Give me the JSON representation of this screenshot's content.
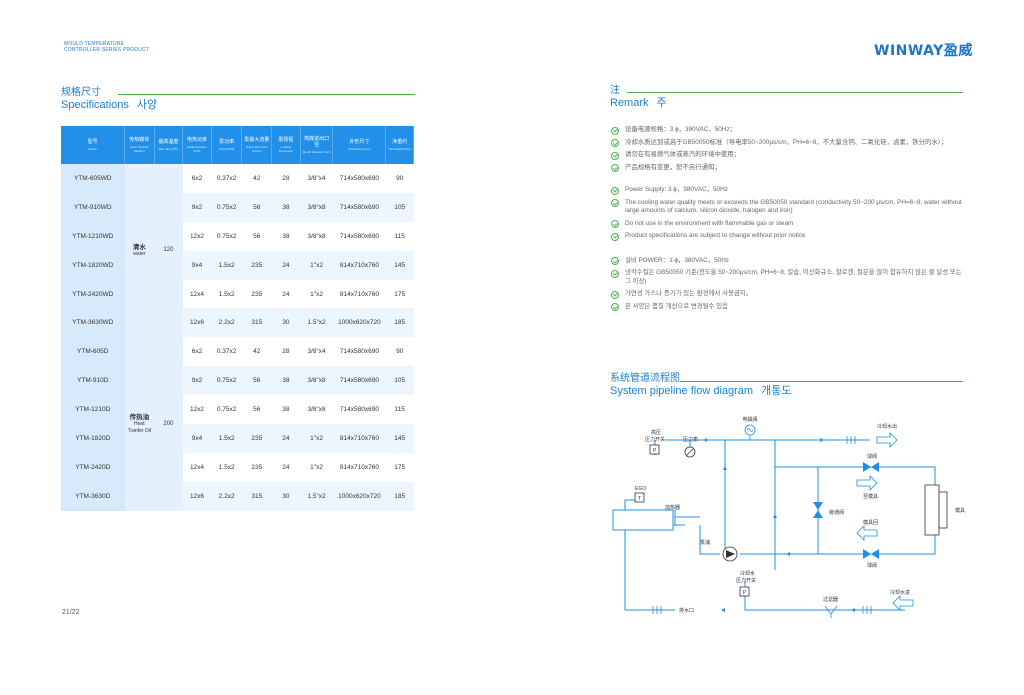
{
  "brand": {
    "line1": "MOULD TEMPERATURE",
    "line2": "CONTROLLER SERIES PRODUCT",
    "logo_text": "WINWAY",
    "logo_cn": "盈威"
  },
  "spec_section": {
    "zh": "规格尺寸",
    "en": "Specifications",
    "ko": "사양"
  },
  "remark_section": {
    "zh": "注",
    "en": "Remark",
    "ko": "주"
  },
  "diagram_section": {
    "zh": "系统管道流程图",
    "en": "System pipeline flow diagram",
    "ko": "개통도"
  },
  "table": {
    "headers": [
      {
        "main": "型号",
        "sub": "Model"
      },
      {
        "main": "传热媒体",
        "sub": "Heat Transfer Medium"
      },
      {
        "main": "最高温度",
        "sub": "Max Temp(℃)"
      },
      {
        "main": "电热功率",
        "sub": "Heating Power (KW)"
      },
      {
        "main": "泵功率",
        "sub": "Pump (KW)"
      },
      {
        "main": "泵最大流量",
        "sub": "Pump Max Flow (L/min)"
      },
      {
        "main": "泵扬程",
        "sub": "Lodding Dimension"
      },
      {
        "main": "热媒进出口径",
        "sub": "Mould Diameter Inch"
      },
      {
        "main": "外形尺寸",
        "sub": "Dimension (mm)"
      },
      {
        "main": "净重约",
        "sub": "Net Weight (KG)"
      }
    ],
    "group1": {
      "medium_zh": "清水",
      "medium_en": "water",
      "temp": "120"
    },
    "group2": {
      "medium_zh": "传热油",
      "medium_en1": "Heat",
      "medium_en2": "Tranfer Oil",
      "temp": "200"
    },
    "rows": [
      {
        "model": "YTM-605WD",
        "heat": "6x2",
        "pump": "0.37x2",
        "flow": "42",
        "head": "28",
        "pipe": "3/8\"x4",
        "dim": "714x580x690",
        "weight": "90"
      },
      {
        "model": "YTM-910WD",
        "heat": "9x2",
        "pump": "0.75x2",
        "flow": "56",
        "head": "38",
        "pipe": "3/8\"x8",
        "dim": "714x580x690",
        "weight": "105"
      },
      {
        "model": "YTM-1210WD",
        "heat": "12x2",
        "pump": "0.75x2",
        "flow": "56",
        "head": "38",
        "pipe": "3/8\"x8",
        "dim": "714x580x690",
        "weight": "115"
      },
      {
        "model": "YTM-1820WD",
        "heat": "9x4",
        "pump": "1.5x2",
        "flow": "235",
        "head": "24",
        "pipe": "1\"x2",
        "dim": "814x710x760",
        "weight": "145"
      },
      {
        "model": "YTM-2420WD",
        "heat": "12x4",
        "pump": "1.5x2",
        "flow": "235",
        "head": "24",
        "pipe": "1\"x2",
        "dim": "814x710x760",
        "weight": "175"
      },
      {
        "model": "YTM-3630WD",
        "heat": "12x6",
        "pump": "2.2x2",
        "flow": "315",
        "head": "30",
        "pipe": "1.5\"x2",
        "dim": "1000x620x720",
        "weight": "185"
      },
      {
        "model": "YTM-605D",
        "heat": "6x2",
        "pump": "0.37x2",
        "flow": "42",
        "head": "28",
        "pipe": "3/8\"x4",
        "dim": "714x580x690",
        "weight": "90"
      },
      {
        "model": "YTM-910D",
        "heat": "9x2",
        "pump": "0.75x2",
        "flow": "56",
        "head": "38",
        "pipe": "3/8\"x8",
        "dim": "714x580x690",
        "weight": "105"
      },
      {
        "model": "YTM-1210D",
        "heat": "12x2",
        "pump": "0.75x2",
        "flow": "56",
        "head": "38",
        "pipe": "3/8\"x8",
        "dim": "714x580x690",
        "weight": "115"
      },
      {
        "model": "YTM-1820D",
        "heat": "9x4",
        "pump": "1.5x2",
        "flow": "235",
        "head": "24",
        "pipe": "1\"x2",
        "dim": "814x710x760",
        "weight": "145"
      },
      {
        "model": "YTM-2420D",
        "heat": "12x4",
        "pump": "1.5x2",
        "flow": "235",
        "head": "24",
        "pipe": "1\"x2",
        "dim": "814x710x760",
        "weight": "175"
      },
      {
        "model": "YTM-3630D",
        "heat": "12x6",
        "pump": "2.2x2",
        "flow": "315",
        "head": "30",
        "pipe": "1.5\"x2",
        "dim": "1000x620x720",
        "weight": "185"
      }
    ]
  },
  "remarks": {
    "zh": [
      "设备电源规格：3 ϕ，380VAC，50Hz；",
      "冷却水质达到或高于GB50050标准（导电率50~200μs/cm，PH=6~8，不大量含钙、二氧化硅，卤素，铁分的水）；",
      "请勿在有易燃气体或蒸汽的环境中使用；",
      "产品规格有变更，恕不另行通知；"
    ],
    "en": [
      "Power Supply: 3 ϕ，380VAC，50Hz",
      "The cooling water quality meets or exceeds the GB50050 standard (conductivity 50~200 μs/cm, PH=6~8, water without large amounts of calcium, silicon dioxide, halogen and iron)",
      "Do not use in the environment with flammable gas or steam",
      "Product specifications are subject to change without prior notice"
    ],
    "ko": [
      "설비 POWER：3 ϕ，380VAC，50Hz",
      "냉각수질은 GB50050 기준(전도율 50~200μs/cm, PH=6~8, 칼슘, 이산화규소, 할로겐, 철분을 많이 함유하지 않은 물 달성 또는 그 이상)",
      "가연성 가스나 증기가 있는 환경에서 사용금지。",
      "본 사양은 품질 개선으로 변경될수 있음"
    ]
  },
  "diagram": {
    "labels": {
      "solenoid": "电磁阀",
      "high_pressure_1": "高压",
      "high_pressure_2": "压力开关",
      "pressure_gauge": "压力表",
      "cooling_out": "冷却水出",
      "ball_valve_top": "球阀",
      "to_mold": "至模具",
      "mold": "模具",
      "ego": "EGO",
      "heater": "加热器",
      "bypass": "旁通阀",
      "mold_return": "模具回",
      "pump": "泵浦",
      "ball_valve_bottom": "球阀",
      "cw_switch_1": "冷却水",
      "cw_switch_2": "压力开关",
      "filter": "过滤器",
      "cooling_in": "冷却水进",
      "drain": "排水口",
      "p": "P",
      "t": "T"
    }
  },
  "page": {
    "number": "21/22"
  }
}
